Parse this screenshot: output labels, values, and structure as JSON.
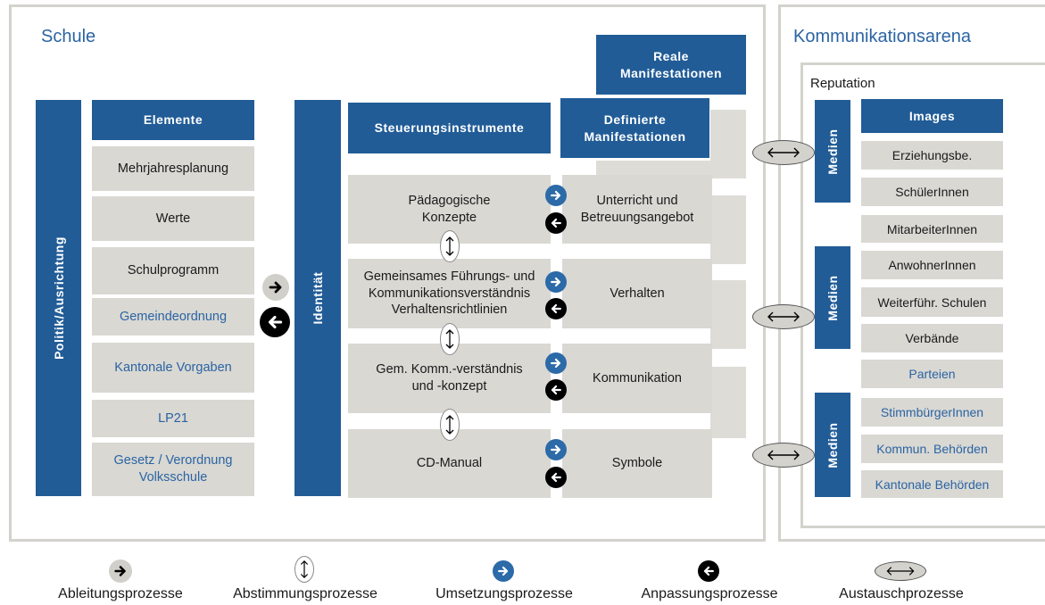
{
  "schule": {
    "title": "Schule",
    "politik_label": "Politik/Ausrichtung",
    "elemente_header": "Elemente",
    "elemente": [
      {
        "label": "Mehrjahresplanung",
        "blue": false
      },
      {
        "label": "Werte",
        "blue": false
      },
      {
        "label": "Schulprogramm",
        "blue": false
      },
      {
        "label": "Gemeindeordnung",
        "blue": true
      },
      {
        "label": "Kantonale Vorgaben",
        "blue": true
      },
      {
        "label": "LP21",
        "blue": true
      },
      {
        "label": "Gesetz / Verordnung\nVolksschule",
        "blue": true
      }
    ],
    "identitaet_label": "Identität",
    "steuerung_header": "Steuerungsinstrumente",
    "definierte_header": "Definierte\nManifestationen",
    "reale_header": "Reale\nManifestationen",
    "rows": [
      {
        "instrument": "Pädagogische\nKonzepte",
        "manifestation": "Unterricht und\nBetreuungsangebot"
      },
      {
        "instrument": "Gemeinsames Führungs- und\nKommunikationsverständnis\nVerhaltensrichtlinien",
        "manifestation": "Verhalten"
      },
      {
        "instrument": "Gem. Komm.-verständnis\nund -konzept",
        "manifestation": "Kommunikation"
      },
      {
        "instrument": "CD-Manual",
        "manifestation": "Symbole"
      }
    ]
  },
  "arena": {
    "title": "Kommunikationsarena",
    "reputation_label": "Reputation",
    "images_header": "Images",
    "medien_label": "Medien",
    "images": [
      {
        "label": "Erziehungsbe.",
        "blue": false
      },
      {
        "label": "SchülerInnen",
        "blue": false
      },
      {
        "label": "MitarbeiterInnen",
        "blue": false
      },
      {
        "label": "AnwohnerInnen",
        "blue": false
      },
      {
        "label": "Weiterführ. Schulen",
        "blue": false
      },
      {
        "label": "Verbände",
        "blue": false
      },
      {
        "label": "Parteien",
        "blue": true
      },
      {
        "label": "StimmbürgerInnen",
        "blue": true
      },
      {
        "label": "Kommun.  Behörden",
        "blue": true
      },
      {
        "label": "Kantonale Behörden",
        "blue": true
      }
    ]
  },
  "legend": [
    {
      "label": "Ableitungsprozesse",
      "icon": "gray-right-arrow-icon"
    },
    {
      "label": "Abstimmungsprozesse",
      "icon": "vertical-double-arrow-icon"
    },
    {
      "label": "Umsetzungsprozesse",
      "icon": "blue-right-arrow-icon"
    },
    {
      "label": "Anpassungsprozesse",
      "icon": "black-left-arrow-icon"
    },
    {
      "label": "Austauschprozesse",
      "icon": "horizontal-double-arrow-icon"
    }
  ],
  "colors": {
    "dark_blue": "#215c97",
    "text_blue": "#2b64a3",
    "box_gray": "#d9d8d3",
    "frame_gray": "#d3d2cd"
  }
}
